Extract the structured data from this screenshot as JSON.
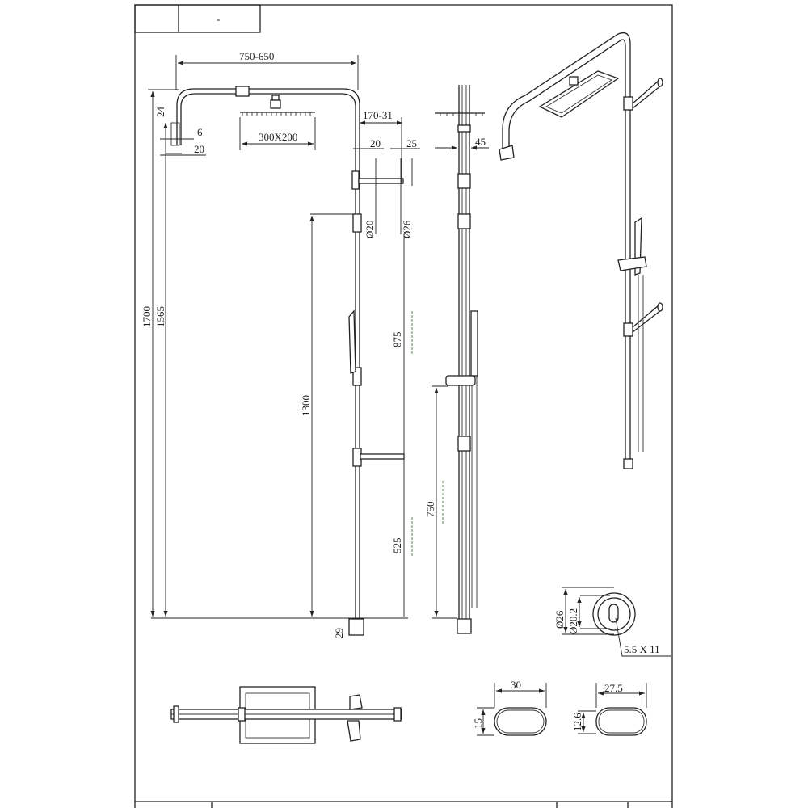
{
  "title_block": {
    "cell_1": "",
    "cell_2": "-"
  },
  "front_view": {
    "width_range": "750-650",
    "head_size": "300X200",
    "wall_offset_top": "24",
    "bracket_gap": "6",
    "bracket_depth": "20",
    "arm_length": "170-31",
    "arm_dim_a": "20",
    "arm_dim_b": "25",
    "pipe_dia_small": "Ø20",
    "pipe_dia_large": "Ø26",
    "total_height": "1700",
    "height_1565": "1565",
    "height_1300": "1300",
    "slide_range_upper": "875",
    "slide_range_lower": "525",
    "base_offset": "29"
  },
  "side_view": {
    "head_depth": "45",
    "slider_height": "750"
  },
  "section_details": {
    "outer_dia": "Ø26",
    "inner_dia": "Ø20.2",
    "slot_size": "5.5 X 11",
    "oval_a_width": "30",
    "oval_a_height": "15",
    "oval_b_width": "27.5",
    "oval_b_height": "12.6"
  },
  "footer": {
    "cell_1": "",
    "cell_2": "",
    "cell_3": "",
    "cell_4": ""
  }
}
